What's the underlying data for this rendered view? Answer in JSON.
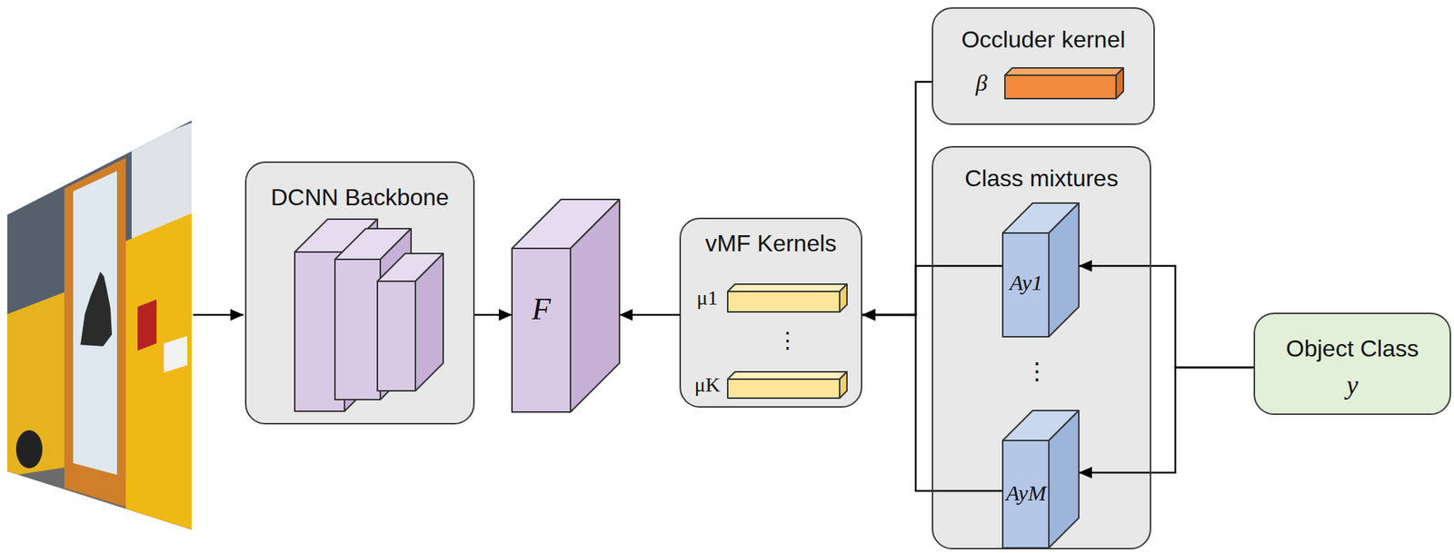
{
  "diagram": {
    "nodes": [
      {
        "text": [
          "DCNN Backbone"
        ]
      },
      {
        "text": [
          "F"
        ]
      },
      {
        "text": [
          "vMF Kernels",
          "μ1",
          "⋮",
          "μK"
        ]
      },
      {
        "text": [
          "Occluder kernel",
          "β"
        ]
      },
      {
        "text": [
          "Class mixtures",
          "⋮"
        ]
      },
      {
        "text": [
          "Ay1"
        ],
        "in": 4
      },
      {
        "text": [
          "AyM"
        ],
        "in": 4
      },
      {
        "text": [
          "Object Class",
          "y"
        ]
      }
    ],
    "edges": [
      {
        "from": 0,
        "to": 1,
        "arrow": "to"
      },
      {
        "from": 2,
        "to": 1,
        "arrow": "to"
      },
      {
        "from": 3,
        "to": 2,
        "arrow": "to"
      },
      {
        "from": 5,
        "to": 2,
        "arrow": "to"
      },
      {
        "from": 6,
        "to": 2,
        "arrow": "to"
      },
      {
        "from": 7,
        "to": 5,
        "arrow": "to"
      },
      {
        "from": 7,
        "to": 6,
        "arrow": "to"
      }
    ]
  }
}
